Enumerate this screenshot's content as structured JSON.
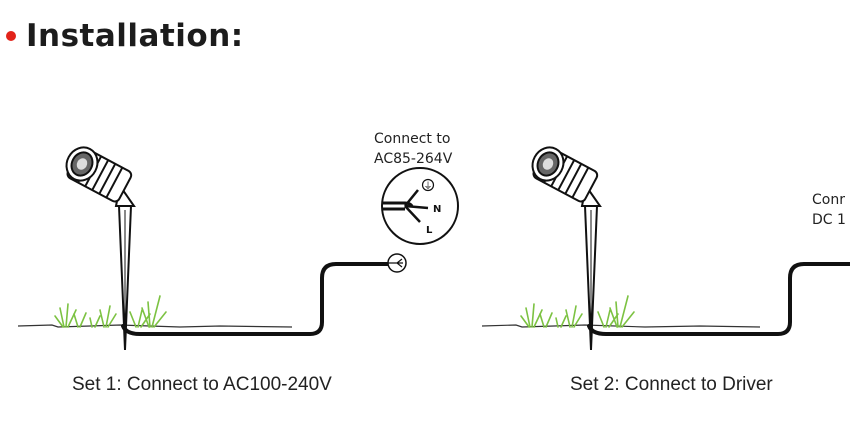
{
  "header": {
    "title": "Installation:"
  },
  "colors": {
    "bullet": "#e2231a",
    "grass": "#7cc242",
    "ink": "#1a1a1a"
  },
  "set1": {
    "caption": "Set 1: Connect to AC100-240V",
    "note_line1": "Connect to",
    "note_line2": "AC85-264V",
    "terminal_ground_symbol": "⏚",
    "terminal_n": "N",
    "terminal_l": "L"
  },
  "set2": {
    "caption": "Set 2: Connect to Driver",
    "note_line1": "Conr",
    "note_line2": "DC 1"
  }
}
